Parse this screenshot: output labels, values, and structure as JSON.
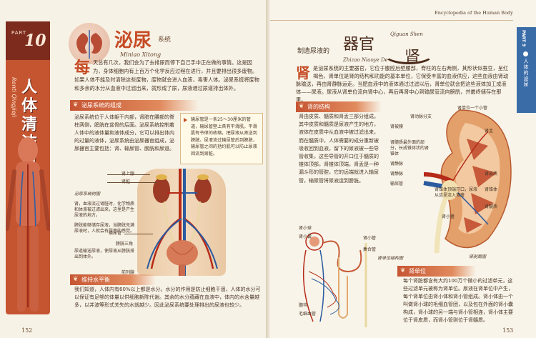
{
  "header": {
    "running_head": "Encyclopedia of the Human Body"
  },
  "sidebar": {
    "part_label": "PART",
    "part_number": "10",
    "title": "人体清洁机",
    "pinyin": "Renti Qingjieji"
  },
  "right_tab": {
    "part": "PART 9",
    "label": "人体的泌尿"
  },
  "left": {
    "title_main": "泌尿",
    "title_small": "系统",
    "title_pinyin": "Miniao Xitong",
    "intro_dropcap": "每",
    "intro_text": "天总有几次，我们会为了去排尿而停下自己手中正在做的事情。这是因为，身体细胞内有上百万个化学反应过程在进行，并且要排出很多废物。如果人体不能及时清除这些废物，废物就会进入血液，毒害人体。泌尿系统将废物和多余的水分从血液中过滤出来，就形成了尿，尿液通过尿道排出体外。",
    "sec1_title": "泌尿系统的组成",
    "sec1_text": "泌尿系统位于人体躯干内部，肾脏在腰部的脊柱两侧，膀胱在盆骨的后面。泌尿系统控制着人体中的液体量和液体成分，它可以排出体内的过量的液体，泌尿系统由泌尿器官组成，泌尿器官主要包括：肾、输尿管、膀胱和尿道。",
    "note_text": "输尿管是一条25～30厘米的管道，输尿管壁上具有平滑肌，平滑肌有节律的收缩，把尿液从肾送到膀胱。尿液流过输尿管后到膀胱，输尿管之间的括约肌可以防止尿液回流到肾脏。",
    "callouts": {
      "kidney": "肾上腺",
      "renal": "肾脏",
      "urinary_label": "泌尿系统树图",
      "system_note": "肾，血液流过肾脏时，化学物质和体液被过滤出来，这里是产生尿液的地方。",
      "bladder_note": "膀胱能够储存尿液，当膀胱充满尿液时，人就会有尿意的感觉。",
      "ureter": "输尿管",
      "triangle": "膀胱三角",
      "urethra_note": "尿道输送尿液，使尿液从膀胱排出到体外。",
      "prostate": "前列腺"
    },
    "sec2_title": "维持水平衡",
    "sec2_text": "我们知道，人体内有60%以上都是水分。水分的作用是防止细胞干涸，人体的水分可以保证有足够的体量以供细胞新陈代谢。其余的水分蕴藏在血液中，体内的水含量越多，以并波等形式关失的水就越少。因此泌尿系统要处理排出的尿液也较少。",
    "folio": "152"
  },
  "right": {
    "head_small": "制造尿液的",
    "head_big": "器官",
    "head_big2": "肾",
    "head_pinyin1": "Qiguan Shen",
    "head_pinyin2": "Zhizao Niaoye De",
    "intro_dropcap": "肾",
    "intro_text": "是泌尿系统的主要器官，它位于腹腔后壁腰部，脊柱的左右两侧，其形状似蚕豆，呈红褐色，肾单位是肾的结构和功能的基本单位，它保受丰富的血液供应，这些血液由肾动脉输送，再由肾静脉运走。当肥血液中的液体通过过滤以后，肾单位就会把这些液体加工成液体——尿液。尿液从肾单位流向肾中心，再后再肾中心到输尿管流向膀胱，并最终储存在那里。",
    "sec1_title": "肾的结构",
    "sec1_text": "肾由皮质、髓质和肾盂三部分组成。其中皮质和髓质是尿液产生的地方，液体在皮质中从血液中被过滤出来，而在髓质中，人体需要的成分重新被吸收回到血液，留下的尿液被一些导管收集，这些导管的开口位于髓质的锥体顶部，肾锥体顶端，肾盂是一种漏斗形的管腔，它的远端就进入输尿管，输尿管将尿液运到膀胱。",
    "sec2_title": "肾单位",
    "sec2_text": "每个肾脏都含有大约100万个微小的过滤单元，这些过滤单元被称为肾单位。尿液在肾单位中产生，每个肾单位由肾小体和肾小管组成。肾小体由一个叫做肾小球的毛细血管团，以及包在外面的肾小囊构成，肾小球的另一端与肾小管相连，肾小体主要位于肾皮质，而肾小管则位于肾髓质。",
    "kidney_callouts": {
      "kidney_unit": "肾单位一个小管",
      "artery_branch": "肾动脉分支",
      "capsule": "肾被膜",
      "pelvis": "肾盂",
      "cortex": "肾皮质",
      "medulla": "肾髓质",
      "renal_pyramid": "肾锥体",
      "renal_vessel": "肾静脉",
      "ureter": "输尿管",
      "vein": "肾静脉",
      "medulla_note": "肾髓质最外面的部分，长成锥体状的肾锥体",
      "pyramid_note": "肾锥体顶端开口，尿液从这里流入肾盏",
      "minor_note": "肾小盏",
      "section_label": "肾剖面图"
    },
    "nephron_callouts": {
      "glomerulus": "肾小球",
      "bowman": "肾小囊",
      "tubule": "肾小管",
      "loop": "髓袢",
      "collecting": "集合管",
      "capillary": "毛细血管",
      "label": "肾单位结构图"
    },
    "folio": "153"
  }
}
